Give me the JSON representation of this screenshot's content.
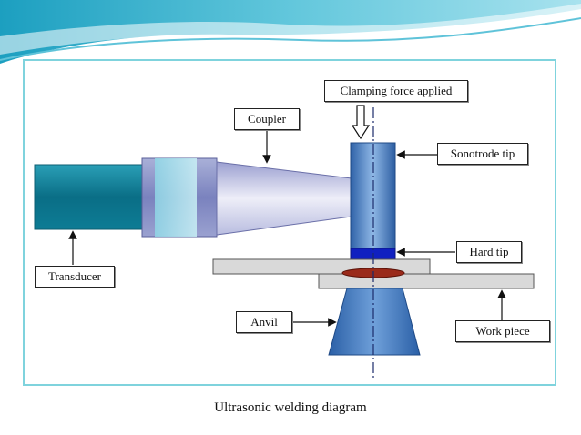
{
  "diagram": {
    "labels": {
      "clamping_force": "Clamping force applied",
      "coupler": "Coupler",
      "sonotrode_tip": "Sonotrode tip",
      "hard_tip": "Hard tip",
      "transducer": "Transducer",
      "anvil": "Anvil",
      "work_piece": "Work piece"
    },
    "colors": {
      "frame_border": "#7fd3dd",
      "transducer": "#1a8fa6",
      "sonotrode": "#4a7fc4",
      "hard_tip": "#1020c0",
      "weld_nugget": "#9a2a1a",
      "anvil": "#3d77c2",
      "work_piece": "#d9d9d9"
    }
  },
  "caption": "Ultrasonic welding diagram"
}
